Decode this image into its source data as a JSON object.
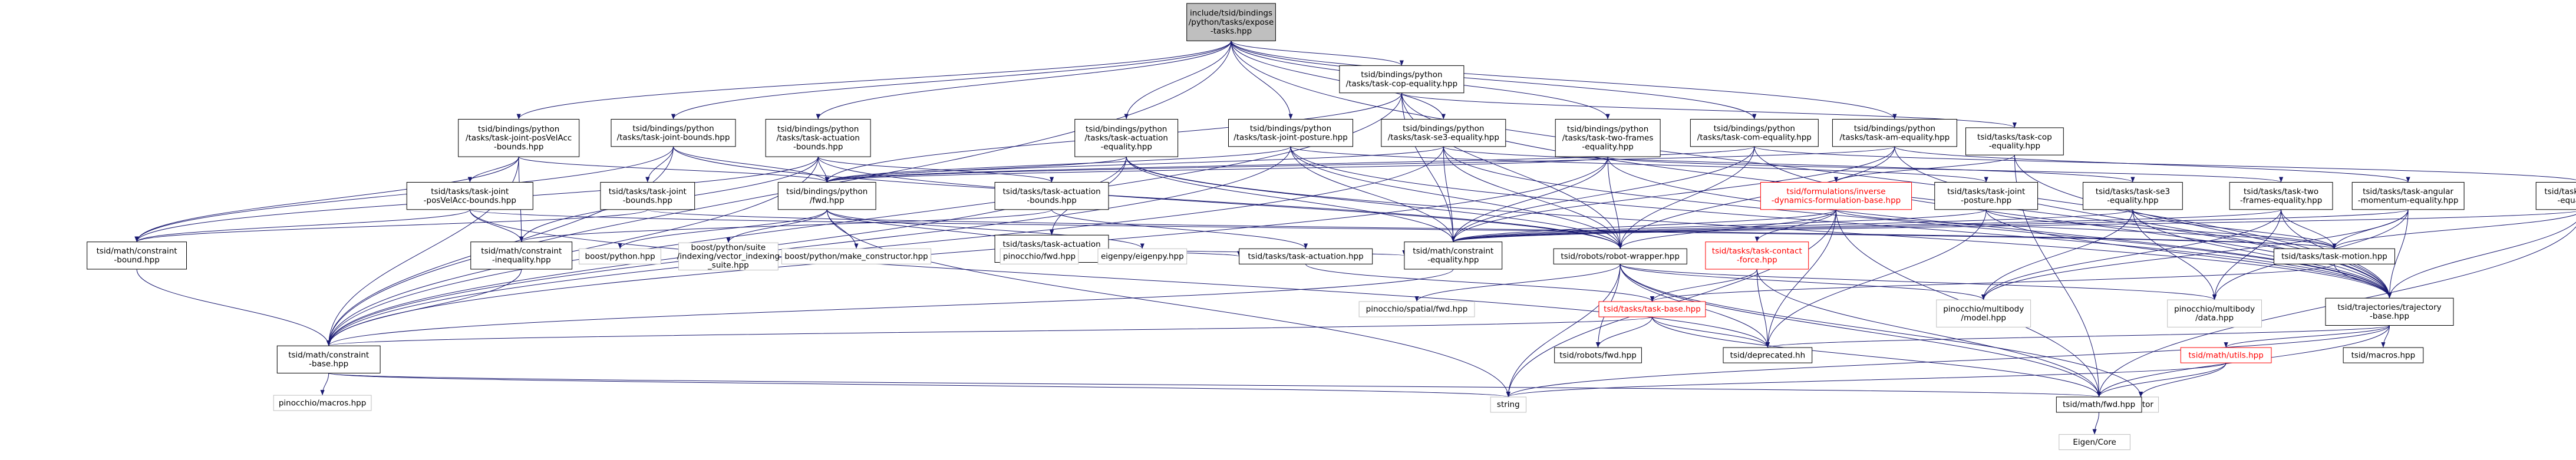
{
  "graph": {
    "colors": {
      "root_fill": "#bfbfbf",
      "node_fill": "#ffffff",
      "node_border": "#000000",
      "missing_border": "#bfbfbf",
      "highlight_border": "#ff0000",
      "highlight_text": "#ff0000",
      "edge": "#191970",
      "text": "#000000"
    },
    "nodes": [
      {
        "id": "root",
        "lines": [
          "include/tsid/bindings",
          "/python/tasks/expose",
          "-tasks.hpp"
        ],
        "style": "root"
      },
      {
        "id": "copeq",
        "lines": [
          "tsid/bindings/python",
          "/tasks/task-cop-equality.hpp"
        ],
        "style": "normal"
      },
      {
        "id": "jpva",
        "lines": [
          "tsid/bindings/python",
          "/tasks/task-joint-posVelAcc",
          "-bounds.hpp"
        ],
        "style": "normal"
      },
      {
        "id": "jb",
        "lines": [
          "tsid/bindings/python",
          "/tasks/task-joint-bounds.hpp"
        ],
        "style": "normal"
      },
      {
        "id": "actb",
        "lines": [
          "tsid/bindings/python",
          "/tasks/task-actuation",
          "-bounds.hpp"
        ],
        "style": "normal"
      },
      {
        "id": "acteq",
        "lines": [
          "tsid/bindings/python",
          "/tasks/task-actuation",
          "-equality.hpp"
        ],
        "style": "normal"
      },
      {
        "id": "jposture",
        "lines": [
          "tsid/bindings/python",
          "/tasks/task-joint-posture.hpp"
        ],
        "style": "normal"
      },
      {
        "id": "se3eq",
        "lines": [
          "tsid/bindings/python",
          "/tasks/task-se3-equality.hpp"
        ],
        "style": "normal"
      },
      {
        "id": "twoframes",
        "lines": [
          "tsid/bindings/python",
          "/tasks/task-two-frames",
          "-equality.hpp"
        ],
        "style": "normal"
      },
      {
        "id": "comeq",
        "lines": [
          "tsid/bindings/python",
          "/tasks/task-com-equality.hpp"
        ],
        "style": "normal"
      },
      {
        "id": "ameq",
        "lines": [
          "tsid/bindings/python",
          "/tasks/task-am-equality.hpp"
        ],
        "style": "normal"
      },
      {
        "id": "t_copeq",
        "lines": [
          "tsid/tasks/task-cop",
          "-equality.hpp"
        ],
        "style": "normal"
      },
      {
        "id": "t_jpva",
        "lines": [
          "tsid/tasks/task-joint",
          "-posVelAcc-bounds.hpp"
        ],
        "style": "normal"
      },
      {
        "id": "t_jb",
        "lines": [
          "tsid/tasks/task-joint",
          "-bounds.hpp"
        ],
        "style": "normal"
      },
      {
        "id": "fwd_py",
        "lines": [
          "tsid/bindings/python",
          "/fwd.hpp"
        ],
        "style": "normal"
      },
      {
        "id": "t_actb",
        "lines": [
          "tsid/tasks/task-actuation",
          "-bounds.hpp"
        ],
        "style": "normal"
      },
      {
        "id": "t_acteq",
        "lines": [
          "tsid/tasks/task-actuation",
          "-equality.hpp"
        ],
        "style": "normal"
      },
      {
        "id": "invdyn",
        "lines": [
          "tsid/formulations/inverse",
          "-dynamics-formulation-base.hpp"
        ],
        "style": "highlight"
      },
      {
        "id": "t_jposture",
        "lines": [
          "tsid/tasks/task-joint",
          "-posture.hpp"
        ],
        "style": "normal"
      },
      {
        "id": "t_se3",
        "lines": [
          "tsid/tasks/task-se3",
          "-equality.hpp"
        ],
        "style": "normal"
      },
      {
        "id": "t_two",
        "lines": [
          "tsid/tasks/task-two",
          "-frames-equality.hpp"
        ],
        "style": "normal"
      },
      {
        "id": "t_am",
        "lines": [
          "tsid/tasks/task-angular",
          "-momentum-equality.hpp"
        ],
        "style": "normal"
      },
      {
        "id": "t_com",
        "lines": [
          "tsid/tasks/task-com",
          "-equality.hpp"
        ],
        "style": "normal"
      },
      {
        "id": "c_bound",
        "lines": [
          "tsid/math/constraint",
          "-bound.hpp"
        ],
        "style": "normal"
      },
      {
        "id": "c_ineq",
        "lines": [
          "tsid/math/constraint",
          "-inequality.hpp"
        ],
        "style": "normal"
      },
      {
        "id": "boostpy",
        "lines": [
          "boost/python.hpp"
        ],
        "style": "missing"
      },
      {
        "id": "boostvec",
        "lines": [
          "boost/python/suite",
          "/indexing/vector_indexing",
          "_suite.hpp"
        ],
        "style": "missing"
      },
      {
        "id": "boostmake",
        "lines": [
          "boost/python/make_constructor.hpp"
        ],
        "style": "missing"
      },
      {
        "id": "pinfwd",
        "lines": [
          "pinocchio/fwd.hpp"
        ],
        "style": "missing"
      },
      {
        "id": "eigenpy",
        "lines": [
          "eigenpy/eigenpy.hpp"
        ],
        "style": "missing"
      },
      {
        "id": "t_act",
        "lines": [
          "tsid/tasks/task-actuation.hpp"
        ],
        "style": "normal"
      },
      {
        "id": "c_eq",
        "lines": [
          "tsid/math/constraint",
          "-equality.hpp"
        ],
        "style": "normal"
      },
      {
        "id": "robotwrap",
        "lines": [
          "tsid/robots/robot-wrapper.hpp"
        ],
        "style": "normal"
      },
      {
        "id": "t_contact",
        "lines": [
          "tsid/tasks/task-contact",
          "-force.hpp"
        ],
        "style": "highlight"
      },
      {
        "id": "t_motion",
        "lines": [
          "tsid/tasks/task-motion.hpp"
        ],
        "style": "normal"
      },
      {
        "id": "trajbase",
        "lines": [
          "tsid/trajectories/trajectory",
          "-base.hpp"
        ],
        "style": "normal"
      },
      {
        "id": "pinspatial",
        "lines": [
          "pinocchio/spatial/fwd.hpp"
        ],
        "style": "missing"
      },
      {
        "id": "t_base",
        "lines": [
          "tsid/tasks/task-base.hpp"
        ],
        "style": "highlight"
      },
      {
        "id": "pinmodel",
        "lines": [
          "pinocchio/multibody",
          "/model.hpp"
        ],
        "style": "missing"
      },
      {
        "id": "pindata",
        "lines": [
          "pinocchio/multibody",
          "/data.hpp"
        ],
        "style": "missing"
      },
      {
        "id": "c_base",
        "lines": [
          "tsid/math/constraint",
          "-base.hpp"
        ],
        "style": "normal"
      },
      {
        "id": "deprecated",
        "lines": [
          "tsid/deprecated.hh"
        ],
        "style": "normal"
      },
      {
        "id": "robfwd",
        "lines": [
          "tsid/robots/fwd.hpp"
        ],
        "style": "normal"
      },
      {
        "id": "macros",
        "lines": [
          "tsid/macros.hpp"
        ],
        "style": "normal"
      },
      {
        "id": "utils",
        "lines": [
          "tsid/math/utils.hpp"
        ],
        "style": "highlight"
      },
      {
        "id": "pinmacros",
        "lines": [
          "pinocchio/macros.hpp"
        ],
        "style": "missing"
      },
      {
        "id": "string",
        "lines": [
          "string"
        ],
        "style": "missing"
      },
      {
        "id": "vector",
        "lines": [
          "vector"
        ],
        "style": "missing"
      },
      {
        "id": "mathfwd",
        "lines": [
          "tsid/math/fwd.hpp"
        ],
        "style": "normal"
      },
      {
        "id": "eigencore",
        "lines": [
          "Eigen/Core"
        ],
        "style": "missing"
      }
    ],
    "edges": [
      [
        "root",
        "copeq"
      ],
      [
        "root",
        "jpva"
      ],
      [
        "root",
        "jb"
      ],
      [
        "root",
        "actb"
      ],
      [
        "root",
        "acteq"
      ],
      [
        "root",
        "jposture"
      ],
      [
        "root",
        "se3eq"
      ],
      [
        "root",
        "twoframes"
      ],
      [
        "root",
        "comeq"
      ],
      [
        "root",
        "ameq"
      ],
      [
        "root",
        "c_base"
      ],
      [
        "root",
        "trajbase"
      ],
      [
        "copeq",
        "t_copeq"
      ],
      [
        "copeq",
        "fwd_py"
      ],
      [
        "copeq",
        "c_eq"
      ],
      [
        "copeq",
        "robotwrap"
      ],
      [
        "copeq",
        "trajbase"
      ],
      [
        "copeq",
        "c_base"
      ],
      [
        "jpva",
        "t_jpva"
      ],
      [
        "jpva",
        "fwd_py"
      ],
      [
        "jpva",
        "c_bound"
      ],
      [
        "jpva",
        "c_base"
      ],
      [
        "jpva",
        "c_ineq"
      ],
      [
        "jb",
        "t_jb"
      ],
      [
        "jb",
        "fwd_py"
      ],
      [
        "jb",
        "c_bound"
      ],
      [
        "jb",
        "c_base"
      ],
      [
        "jb",
        "robotwrap"
      ],
      [
        "actb",
        "t_actb"
      ],
      [
        "actb",
        "fwd_py"
      ],
      [
        "actb",
        "c_ineq"
      ],
      [
        "actb",
        "c_base"
      ],
      [
        "actb",
        "robotwrap"
      ],
      [
        "actb",
        "c_bound"
      ],
      [
        "acteq",
        "t_acteq"
      ],
      [
        "acteq",
        "fwd_py"
      ],
      [
        "acteq",
        "c_eq"
      ],
      [
        "acteq",
        "robotwrap"
      ],
      [
        "acteq",
        "c_base"
      ],
      [
        "acteq",
        "trajbase"
      ],
      [
        "jposture",
        "t_jposture"
      ],
      [
        "jposture",
        "fwd_py"
      ],
      [
        "jposture",
        "c_eq"
      ],
      [
        "jposture",
        "robotwrap"
      ],
      [
        "jposture",
        "trajbase"
      ],
      [
        "jposture",
        "c_base"
      ],
      [
        "se3eq",
        "t_se3"
      ],
      [
        "se3eq",
        "fwd_py"
      ],
      [
        "se3eq",
        "c_eq"
      ],
      [
        "se3eq",
        "robotwrap"
      ],
      [
        "se3eq",
        "trajbase"
      ],
      [
        "se3eq",
        "c_base"
      ],
      [
        "twoframes",
        "t_two"
      ],
      [
        "twoframes",
        "fwd_py"
      ],
      [
        "twoframes",
        "c_eq"
      ],
      [
        "twoframes",
        "robotwrap"
      ],
      [
        "twoframes",
        "trajbase"
      ],
      [
        "twoframes",
        "c_base"
      ],
      [
        "comeq",
        "t_com"
      ],
      [
        "comeq",
        "fwd_py"
      ],
      [
        "comeq",
        "c_eq"
      ],
      [
        "comeq",
        "robotwrap"
      ],
      [
        "comeq",
        "trajbase"
      ],
      [
        "ameq",
        "t_am"
      ],
      [
        "ameq",
        "fwd_py"
      ],
      [
        "ameq",
        "c_eq"
      ],
      [
        "ameq",
        "robotwrap"
      ],
      [
        "ameq",
        "trajbase"
      ],
      [
        "t_copeq",
        "invdyn"
      ],
      [
        "t_copeq",
        "trajbase"
      ],
      [
        "t_copeq",
        "mathfwd"
      ],
      [
        "t_jpva",
        "t_motion"
      ],
      [
        "t_jpva",
        "c_ineq"
      ],
      [
        "t_jpva",
        "c_bound"
      ],
      [
        "t_jpva",
        "deprecated"
      ],
      [
        "t_jb",
        "t_motion"
      ],
      [
        "t_jb",
        "c_bound"
      ],
      [
        "fwd_py",
        "boostpy"
      ],
      [
        "fwd_py",
        "boostvec"
      ],
      [
        "fwd_py",
        "boostmake"
      ],
      [
        "fwd_py",
        "pinfwd"
      ],
      [
        "fwd_py",
        "eigenpy"
      ],
      [
        "fwd_py",
        "string"
      ],
      [
        "t_actb",
        "t_act"
      ],
      [
        "t_actb",
        "c_ineq"
      ],
      [
        "t_acteq",
        "t_act"
      ],
      [
        "t_acteq",
        "c_eq"
      ],
      [
        "invdyn",
        "robotwrap"
      ],
      [
        "invdyn",
        "t_contact"
      ],
      [
        "invdyn",
        "t_motion"
      ],
      [
        "invdyn",
        "c_eq"
      ],
      [
        "invdyn",
        "deprecated"
      ],
      [
        "invdyn",
        "mathfwd"
      ],
      [
        "invdyn",
        "string"
      ],
      [
        "t_jposture",
        "t_motion"
      ],
      [
        "t_jposture",
        "trajbase"
      ],
      [
        "t_jposture",
        "c_eq"
      ],
      [
        "t_jposture",
        "deprecated"
      ],
      [
        "t_se3",
        "t_motion"
      ],
      [
        "t_se3",
        "trajbase"
      ],
      [
        "t_se3",
        "c_eq"
      ],
      [
        "t_se3",
        "pinmodel"
      ],
      [
        "t_se3",
        "pindata"
      ],
      [
        "t_two",
        "t_motion"
      ],
      [
        "t_two",
        "trajbase"
      ],
      [
        "t_two",
        "c_eq"
      ],
      [
        "t_two",
        "pinmodel"
      ],
      [
        "t_two",
        "pindata"
      ],
      [
        "t_am",
        "t_motion"
      ],
      [
        "t_am",
        "trajbase"
      ],
      [
        "t_am",
        "c_eq"
      ],
      [
        "t_am",
        "pinmodel"
      ],
      [
        "t_am",
        "pindata"
      ],
      [
        "t_com",
        "t_motion"
      ],
      [
        "t_com",
        "trajbase"
      ],
      [
        "t_com",
        "c_eq"
      ],
      [
        "t_com",
        "mathfwd"
      ],
      [
        "c_bound",
        "c_base"
      ],
      [
        "c_ineq",
        "c_base"
      ],
      [
        "c_eq",
        "c_base"
      ],
      [
        "t_act",
        "t_base"
      ],
      [
        "robotwrap",
        "pinspatial"
      ],
      [
        "robotwrap",
        "pinmodel"
      ],
      [
        "robotwrap",
        "pindata"
      ],
      [
        "robotwrap",
        "robfwd"
      ],
      [
        "robotwrap",
        "mathfwd"
      ],
      [
        "robotwrap",
        "deprecated"
      ],
      [
        "robotwrap",
        "string"
      ],
      [
        "robotwrap",
        "vector"
      ],
      [
        "t_contact",
        "t_base"
      ],
      [
        "t_contact",
        "deprecated"
      ],
      [
        "t_contact",
        "mathfwd"
      ],
      [
        "t_motion",
        "t_base"
      ],
      [
        "t_motion",
        "trajbase"
      ],
      [
        "trajbase",
        "macros"
      ],
      [
        "trajbase",
        "utils"
      ],
      [
        "trajbase",
        "mathfwd"
      ],
      [
        "trajbase",
        "deprecated"
      ],
      [
        "trajbase",
        "string"
      ],
      [
        "t_base",
        "c_base"
      ],
      [
        "t_base",
        "robfwd"
      ],
      [
        "t_base",
        "mathfwd"
      ],
      [
        "t_base",
        "deprecated"
      ],
      [
        "c_base",
        "pinmacros"
      ],
      [
        "c_base",
        "mathfwd"
      ],
      [
        "c_base",
        "string"
      ],
      [
        "utils",
        "mathfwd"
      ],
      [
        "utils",
        "vector"
      ],
      [
        "utils",
        "string"
      ],
      [
        "mathfwd",
        "eigencore"
      ]
    ]
  }
}
